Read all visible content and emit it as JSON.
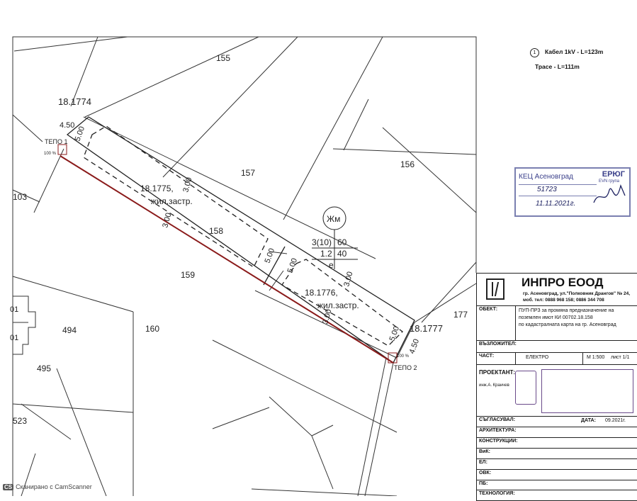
{
  "legend": {
    "num": "1",
    "cable": "Кабел 1kV  - L=123m",
    "trace": "Трасе - L=111m"
  },
  "parcels": {
    "p155": "155",
    "p156": "156",
    "p157": "157",
    "p158": "158",
    "p159": "159",
    "p160": "160",
    "p177": "177",
    "p103": "103",
    "p494": "494",
    "p495": "495",
    "p523": "523",
    "b01a": "01",
    "b01b": "01",
    "lot1774": "18.1774",
    "lot1777": "18.1777"
  },
  "plot": {
    "lot1775": "18.1775,",
    "lot1775_use": "жил.застр.",
    "lot1776": "18.1776,",
    "lot1776_use": "жил.застр.",
    "tepo1": "ТЕПО 1",
    "tepo2": "ТЕПО 2",
    "pct": "100 %",
    "d450a": "4.50",
    "d500a": "5.00",
    "d300a": "3.00",
    "d300b": "3.00",
    "d500b": "5.00",
    "d500c": "5.00",
    "d300c": "3.00",
    "d300d": "3.00",
    "d500d": "5.00",
    "d450b": "4.50"
  },
  "zone": {
    "code": "Жм",
    "row1a": "3(10)",
    "row1b": "60",
    "row2a": "1.2",
    "row2b": "40",
    "row3": "е"
  },
  "stamp": {
    "org": "КЕЦ Асеновград",
    "brand": "ЕРЮГ",
    "brand_sub": "EVN група",
    "num": "51723",
    "date": "11.11.2021г."
  },
  "titleblock": {
    "company": "ИНПРО ЕООД",
    "address": "гр. Асеновград, ул.\"Полковник Дрангов\" № 24,",
    "phone": "моб. тел: 0888 968 158; 0886 344 708",
    "object_label": "ОБЕКТ:",
    "object_text1": "ПУП-ПРЗ за промяна предназначение на",
    "object_text2": "поземлен имот КИ 00702.18.158",
    "object_text3": "по кадастралната карта на гр. Асеновград",
    "client_label": "ВЪЗЛОЖИТЕЛ:",
    "part_label": "ЧАСТ:",
    "part_value": "ЕЛЕКТРО",
    "scale": "М 1:500",
    "sheet": "лист 1/1",
    "designer_label": "ПРОЕКТАНТ:",
    "designer_name": "инж.А. Кранчев",
    "agreed_label": "СЪГЛАСУВАЛ:",
    "date_label": "ДАТА:",
    "date_value": "09.2021г.",
    "arch_label": "АРХИТЕКТУРА:",
    "constr_label": "КОНСТРУКЦИИ:",
    "vik_label": "ВиК:",
    "ee_label": "ЕЛ:",
    "ovk_label": "ОВК:",
    "pb_label": "ПБ:",
    "tech_label": "ТЕХНОЛОГИЯ:"
  },
  "scanner": {
    "badge": "CS",
    "text": "Сканирано с CamScanner"
  }
}
